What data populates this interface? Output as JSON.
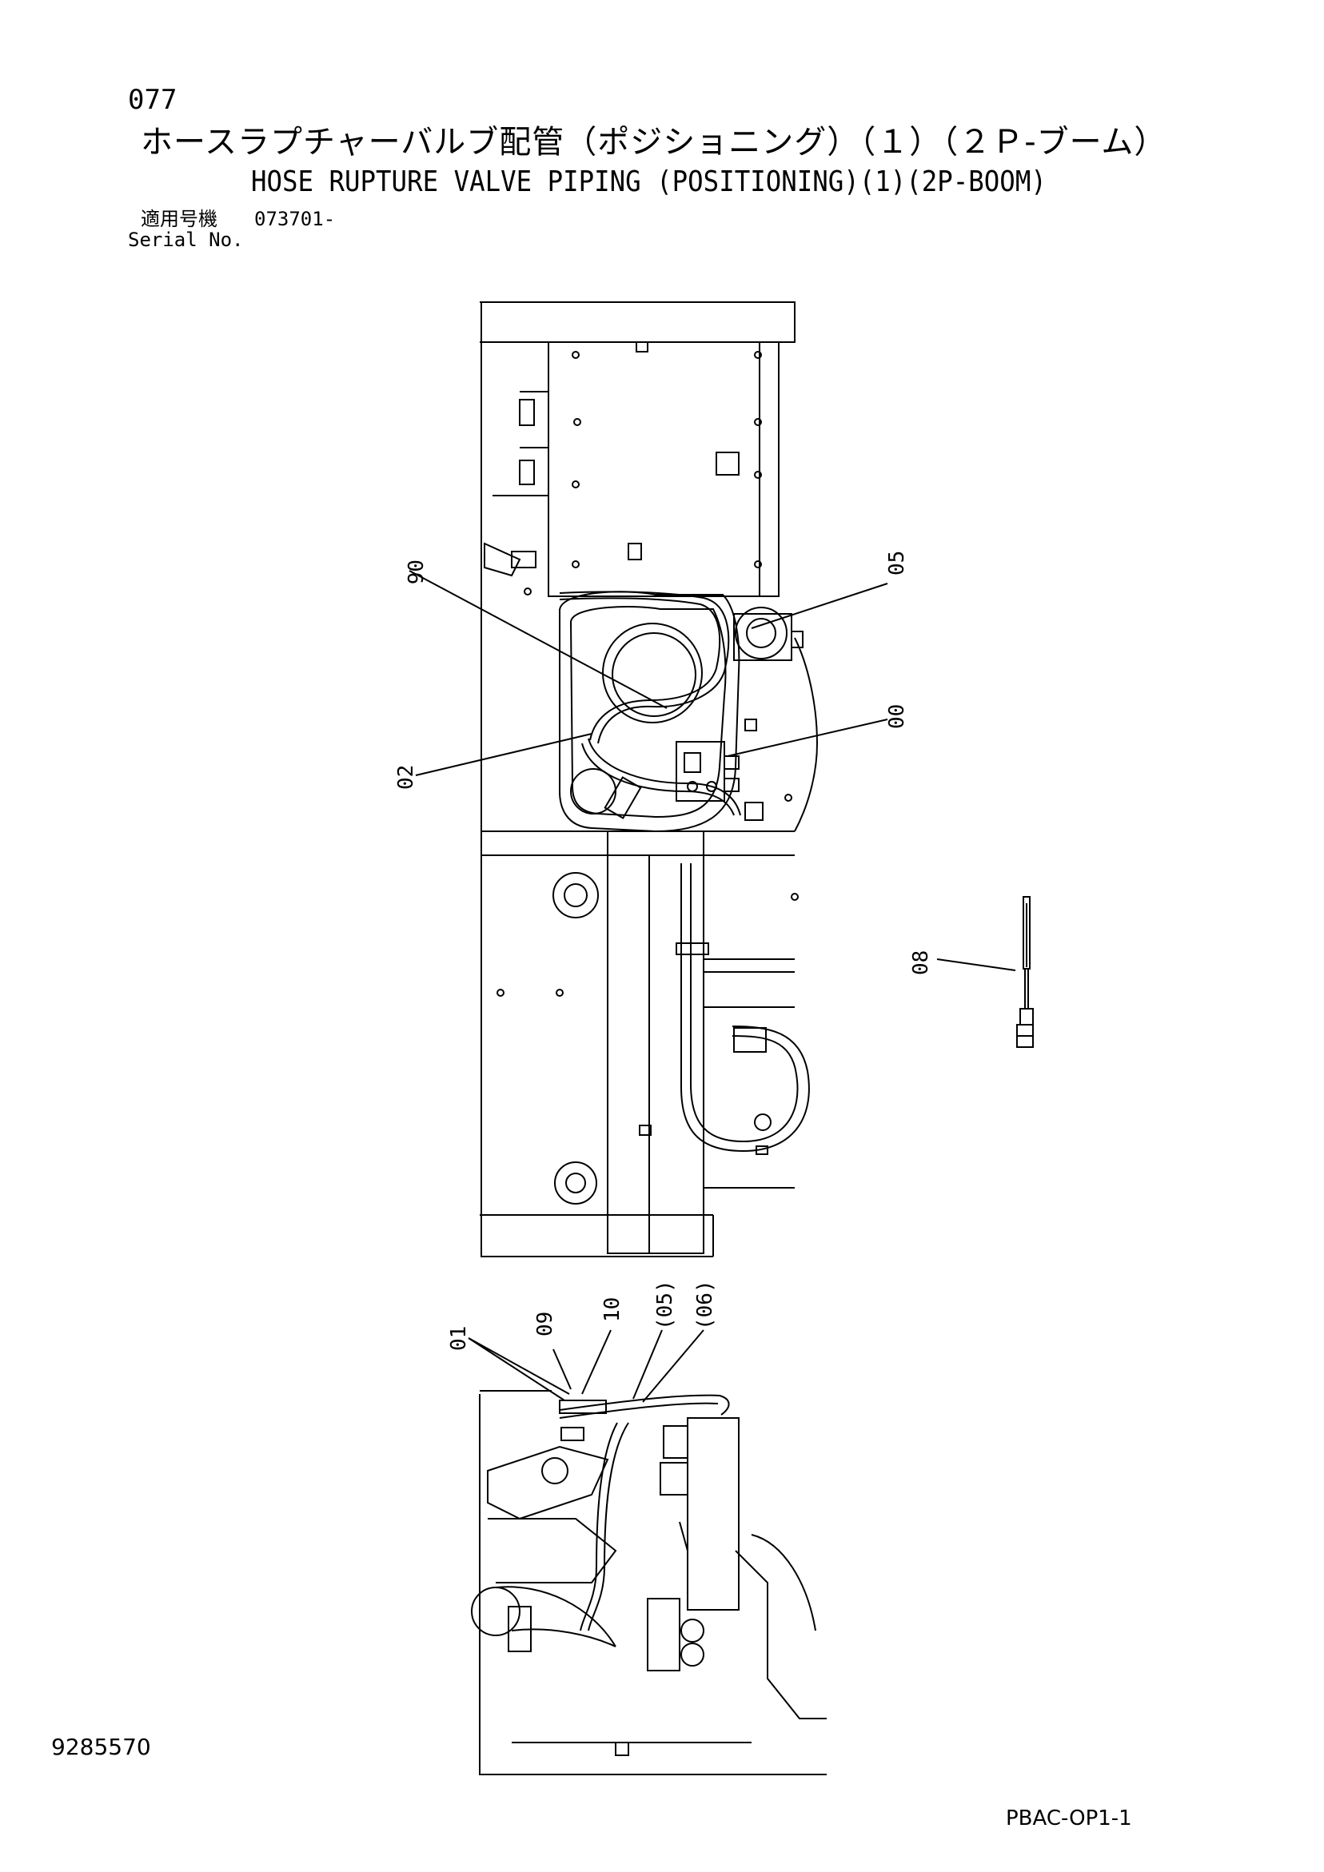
{
  "header": {
    "page_number": "077",
    "title_jp": "ホースラプチャーバルブ配管（ポジショニング）（１）（２Ｐ-ブーム）",
    "title_en": "HOSE RUPTURE VALVE PIPING (POSITIONING)(1)(2P-BOOM)",
    "serial_label_jp": "適用号機",
    "serial_value": "073701-",
    "serial_label_en": "Serial No."
  },
  "callouts": {
    "c06": "06",
    "c05": "05",
    "c00": "00",
    "c02": "02",
    "c08": "08",
    "c01": "01",
    "c09": "09",
    "c10": "10",
    "c05p": "(05)",
    "c06p": "(06)"
  },
  "footer": {
    "document_number": "9285570",
    "sheet_code": "PBAC-OP1-1"
  }
}
